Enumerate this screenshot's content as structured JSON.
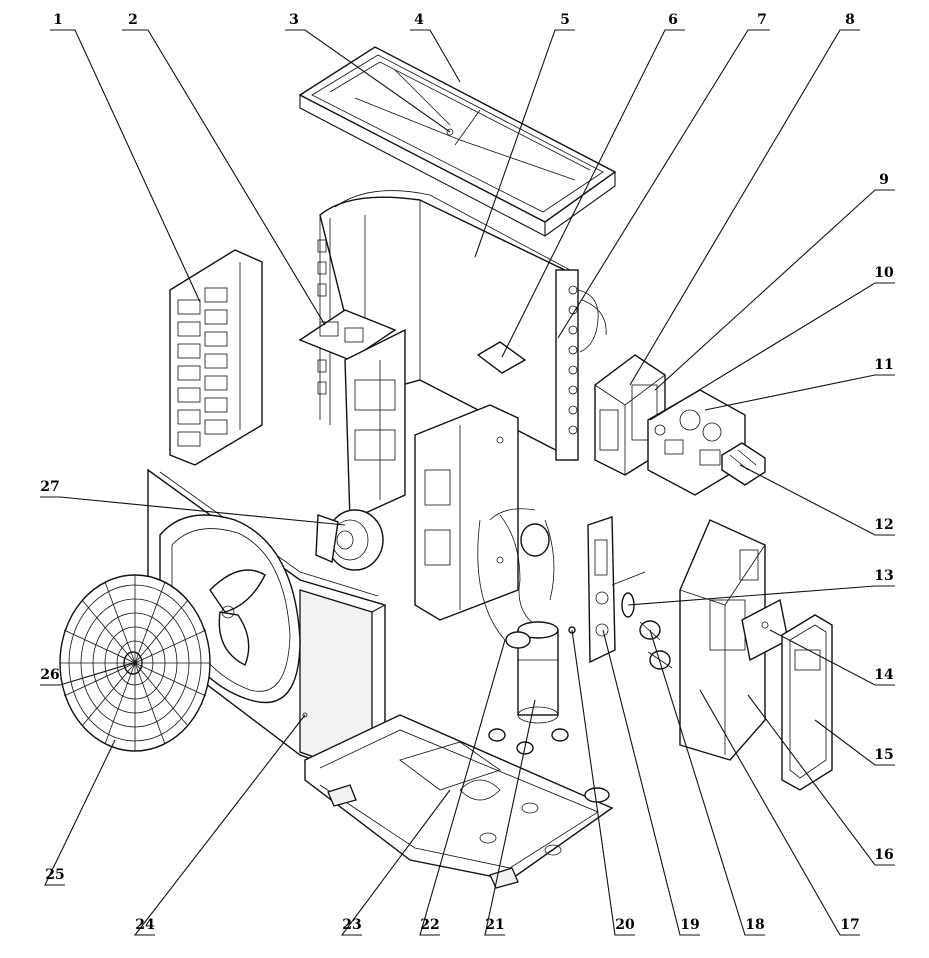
{
  "figure": {
    "type": "exploded-parts-diagram",
    "line_color": "#111111",
    "background": "#ffffff"
  },
  "callouts": [
    "1",
    "2",
    "3",
    "4",
    "5",
    "6",
    "7",
    "8",
    "9",
    "10",
    "11",
    "12",
    "13",
    "14",
    "15",
    "16",
    "17",
    "18",
    "19",
    "20",
    "21",
    "22",
    "23",
    "24",
    "25",
    "26",
    "27"
  ]
}
